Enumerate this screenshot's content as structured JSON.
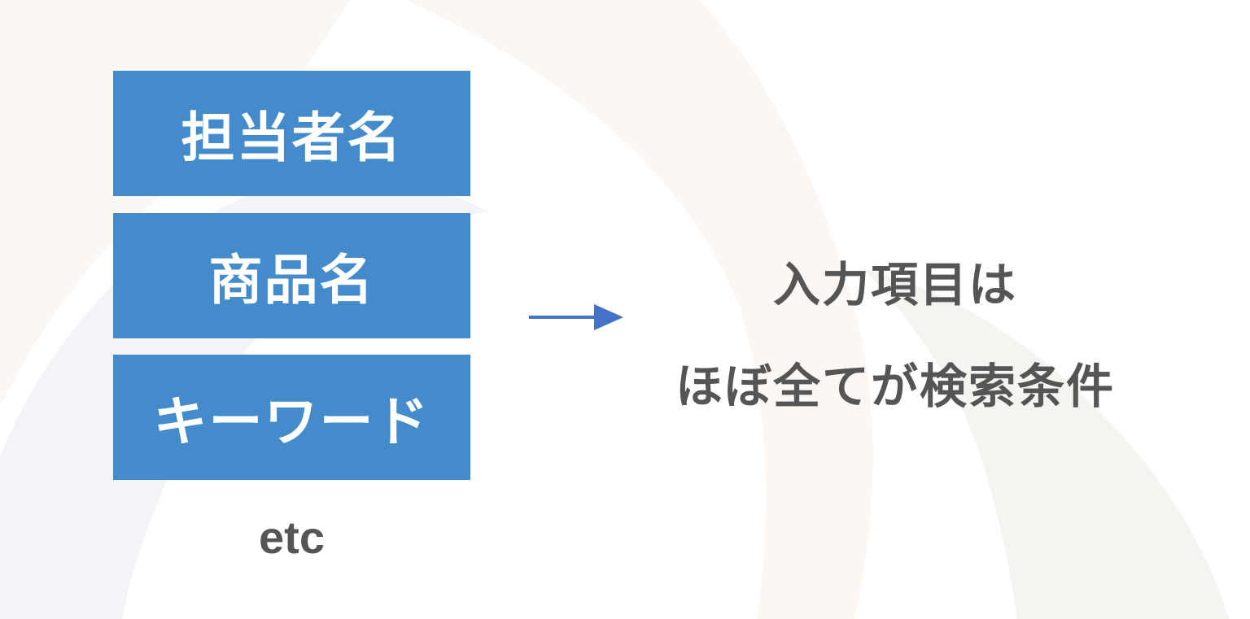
{
  "items": [
    {
      "label": "担当者名"
    },
    {
      "label": "商品名"
    },
    {
      "label": "キーワード"
    }
  ],
  "etc_label": "etc",
  "message": {
    "line1": "入力項目は",
    "line2": "ほぼ全てが検索条件"
  },
  "colors": {
    "box": "#438bcb",
    "box_text": "#ffffff",
    "text": "#555555",
    "arrow": "#4472c4"
  }
}
